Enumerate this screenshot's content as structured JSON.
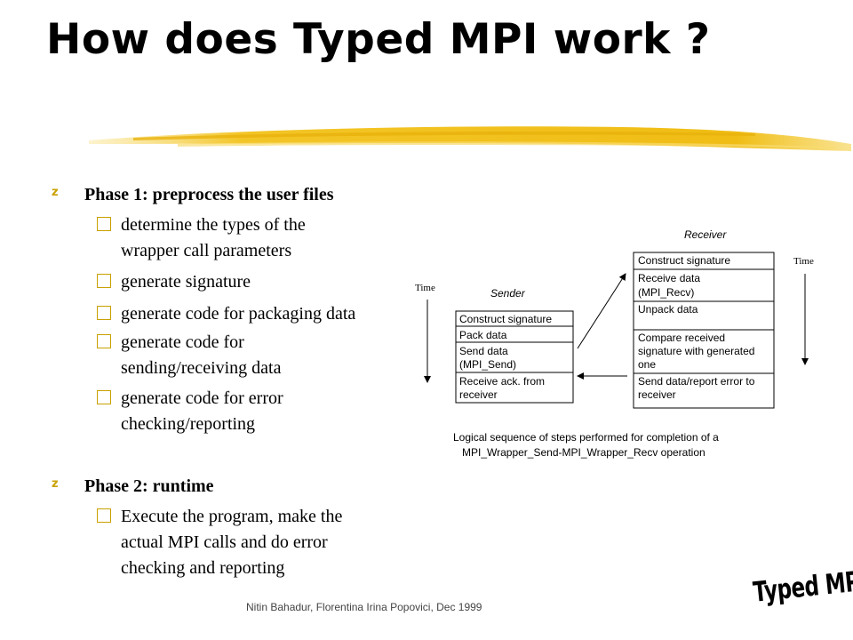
{
  "slide": {
    "title": "How does Typed MPI work ?",
    "phase1": {
      "heading": "Phase 1: preprocess the user files",
      "items": [
        [
          "determine the types of the",
          "wrapper call parameters"
        ],
        [
          "generate signature"
        ],
        [
          "generate code for packaging data"
        ],
        [
          "generate code for",
          "sending/receiving data"
        ],
        [
          "generate code for error",
          "checking/reporting"
        ]
      ]
    },
    "phase2": {
      "heading": "Phase 2: runtime",
      "items": [
        [
          "Execute the program, make the",
          "actual MPI calls and do error",
          "checking and reporting"
        ]
      ]
    },
    "footer": "Nitin Bahadur, Florentina Irina Popovici, Dec 1999",
    "logo": "Typed MPI"
  },
  "diagram": {
    "time_left": "Time",
    "time_right": "Time",
    "sender_label": "Sender",
    "receiver_label": "Receiver",
    "sender_steps": [
      [
        "Construct signature"
      ],
      [
        "Pack data"
      ],
      [
        "Send data",
        "(MPI_Send)"
      ],
      [
        "Receive ack. from",
        "receiver"
      ]
    ],
    "receiver_steps": [
      [
        "Construct signature"
      ],
      [
        "Receive data",
        "(MPI_Recv)"
      ],
      [
        "Unpack data"
      ],
      [
        "Compare received",
        "signature with generated",
        "one"
      ],
      [
        "Send data/report error to",
        "receiver"
      ]
    ],
    "caption": [
      "Logical sequence of steps performed for completion of a",
      "MPI_Wrapper_Send-MPI_Wrapper_Recv operation"
    ]
  },
  "colors": {
    "bullet_marker": "#c9a000",
    "brush": "#f2c21b"
  }
}
